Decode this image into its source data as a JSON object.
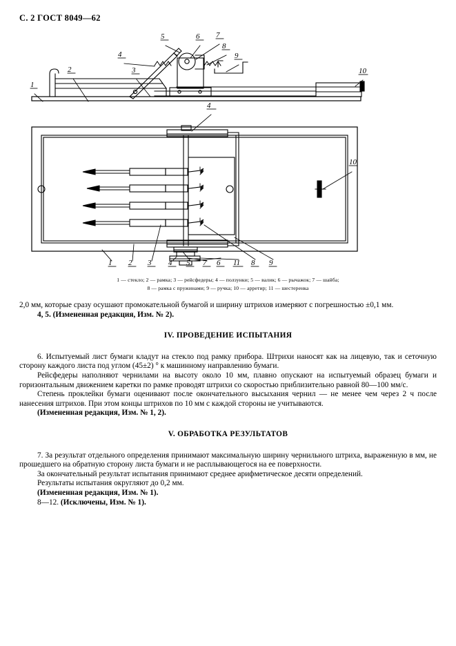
{
  "document": {
    "header": "С. 2 ГОСТ 8049—62",
    "page_number": "2",
    "standard": "ГОСТ 8049—62"
  },
  "figure": {
    "callouts_top_view": [
      "1",
      "2",
      "3",
      "4",
      "5",
      "6",
      "7",
      "8",
      "9",
      "10"
    ],
    "callouts_plan_view": [
      "4",
      "10",
      "1",
      "2",
      "3",
      "4",
      "5",
      "7",
      "6",
      "11",
      "8",
      "9"
    ],
    "pen_count": 4,
    "legend_line_1": "1 — стекло; 2 — рамка; 3 — рейсфедеры; 4 — ползунки; 5 — валик; 6 — рычажок; 7 — шайба;",
    "legend_line_2": "8 — рамка с пружинами; 9 — ручка; 10 — арретир; 11 — шестеренка",
    "legend_items": [
      {
        "num": "1",
        "name": "стекло"
      },
      {
        "num": "2",
        "name": "рамка"
      },
      {
        "num": "3",
        "name": "рейсфедеры"
      },
      {
        "num": "4",
        "name": "ползунки"
      },
      {
        "num": "5",
        "name": "валик"
      },
      {
        "num": "6",
        "name": "рычажок"
      },
      {
        "num": "7",
        "name": "шайба"
      },
      {
        "num": "8",
        "name": "рамка с пружинами"
      },
      {
        "num": "9",
        "name": "ручка"
      },
      {
        "num": "10",
        "name": "арретир"
      },
      {
        "num": "11",
        "name": "шестеренка"
      }
    ]
  },
  "content": {
    "para_continued": "2,0 мм, которые сразу осушают промокательной бумагой и ширину штрихов измеряют с погрешностью ±0,1 мм.",
    "note_4_5": "4, 5.  (Измененная редакция, Изм. № 2).",
    "section_iv_heading": "IV.  ПРОВЕДЕНИЕ ИСПЫТАНИЯ",
    "para_6": "6.  Испытуемый лист бумаги кладут на стекло под рамку прибора. Штрихи наносят как на лицевую, так и сеточную сторону каждого листа под углом (45±2) ° к машинному направлению бумаги.",
    "para_pens": "Рейсфедеры наполняют чернилами на высоту около 10 мм, плавно опускают на испытуемый образец бумаги и горизонтальным движением каретки по рамке проводят штрихи со скоростью приблизительно равной 80—100 мм/с.",
    "para_sizing": "Степень проклейки бумаги оценивают после окончательного высыхания чернил — не менее чем через 2 ч после нанесения штрихов. При этом концы штрихов по 10 мм с каждой стороны не учитываются.",
    "note_1_2": "(Измененная редакция, Изм. № 1, 2).",
    "section_v_heading": "V.  ОБРАБОТКА РЕЗУЛЬТАТОВ",
    "para_7": "7. За результат отдельного определения принимают максимальную ширину чернильного штриха, выраженную в мм, не прошедшего на обратную сторону листа бумаги и не расплывающегося на ее поверхности.",
    "para_final": "За окончательный результат испытания принимают среднее арифметическое десяти определений.",
    "para_round": "Результаты испытания округляют до 0,2 мм.",
    "note_1": "(Измененная редакция, Изм. № 1).",
    "note_excluded": "8—12.  (Исключены, Изм. № 1)."
  }
}
